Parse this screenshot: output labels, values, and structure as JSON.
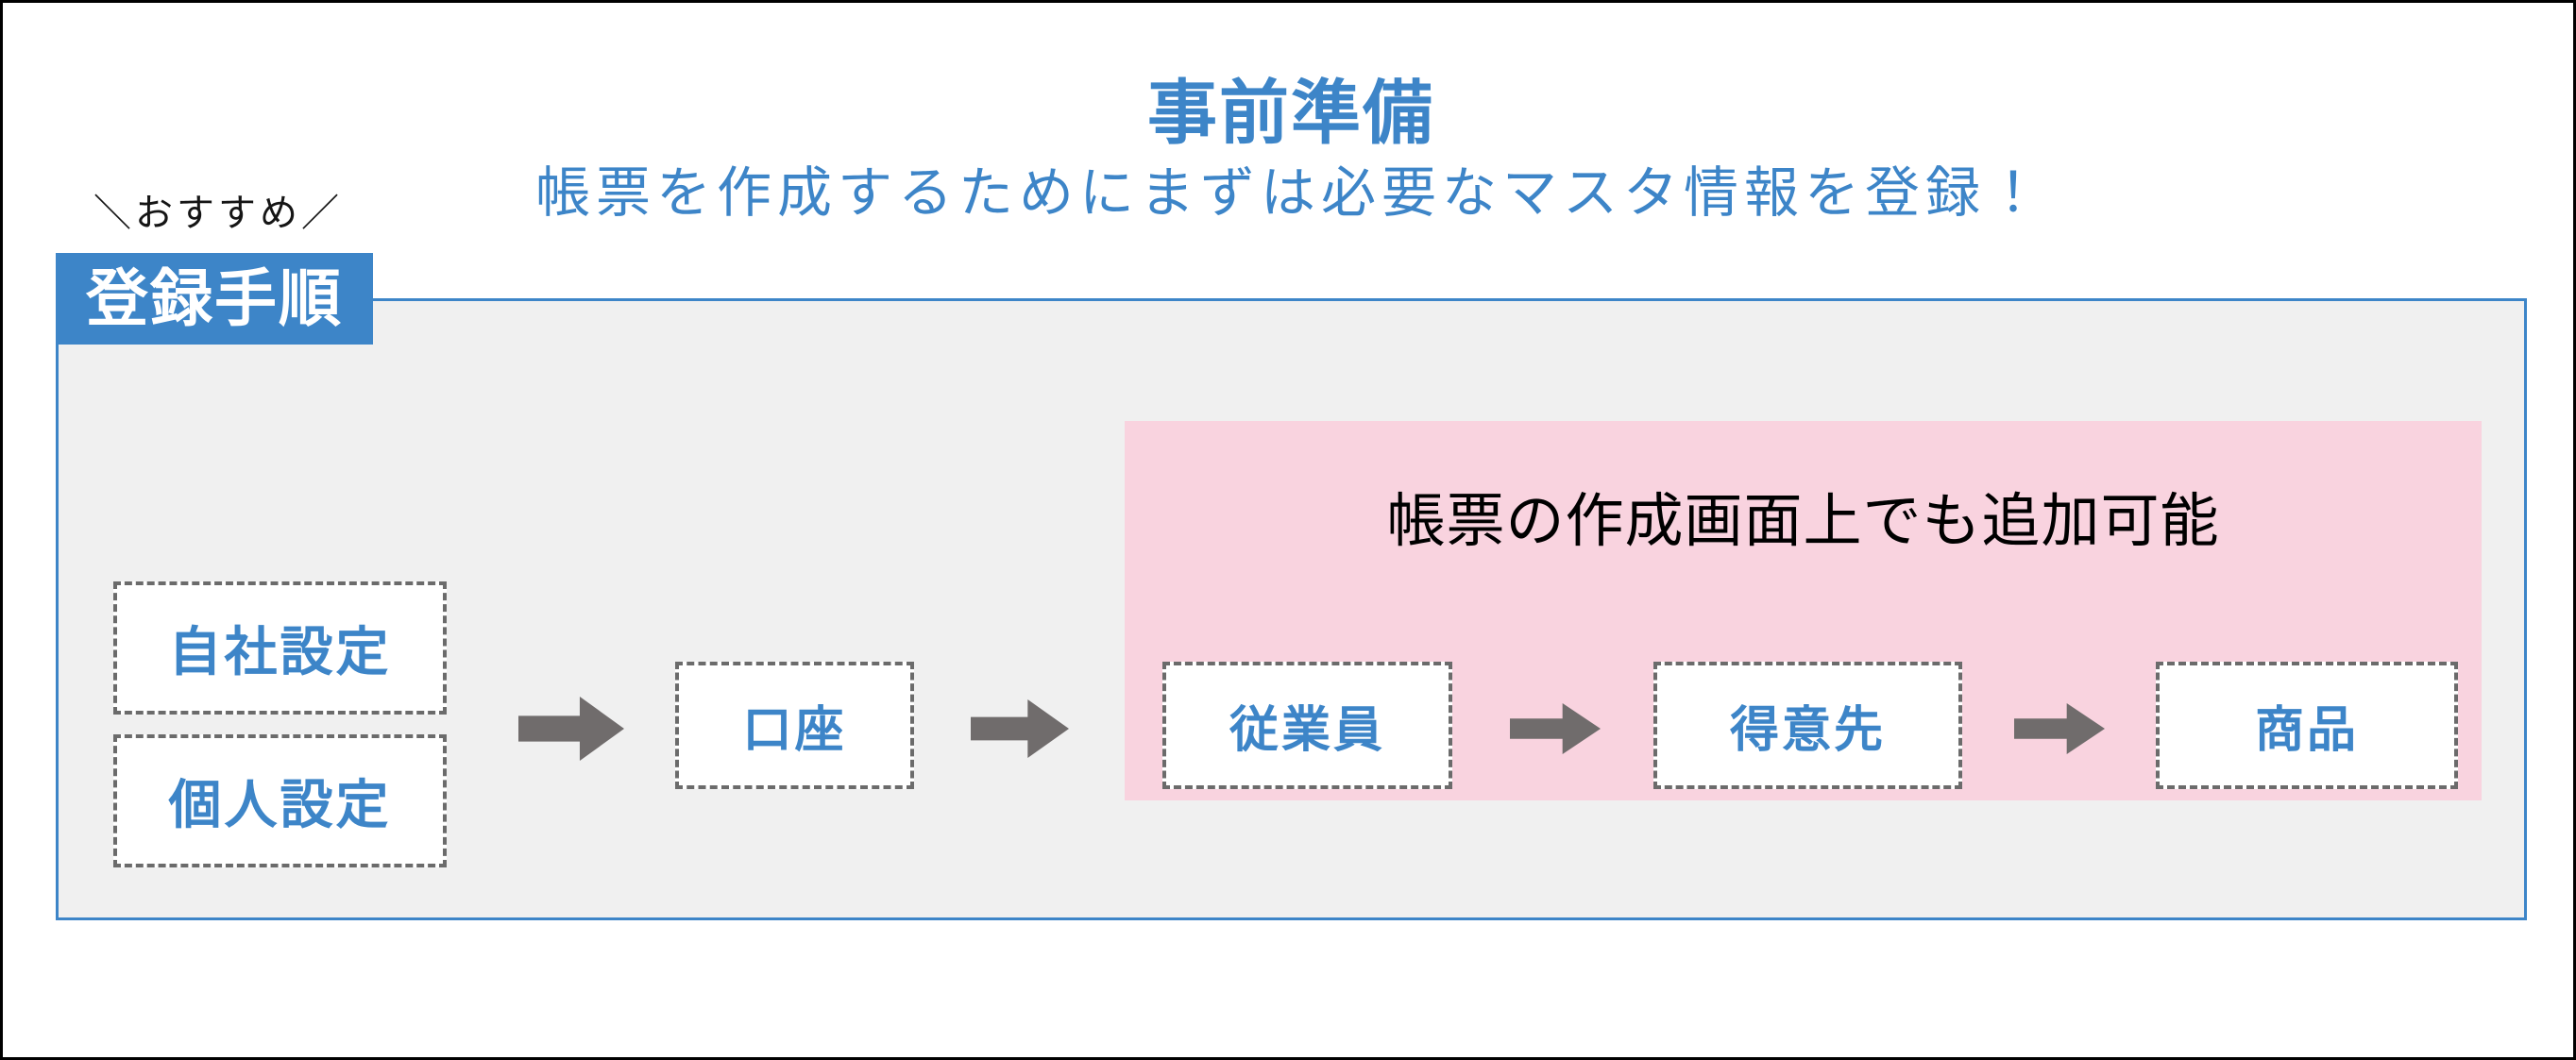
{
  "heading": {
    "title": "事前準備",
    "subtitle": "帳票を作成するためにまずは必要なマスタ情報を登録！"
  },
  "recommend_ribbon": {
    "text": "＼おすすめ／"
  },
  "step_badge": {
    "label": "登録手順"
  },
  "pink_zone": {
    "label": "帳票の作成画面上でも追加可能"
  },
  "flow": {
    "nodes": [
      {
        "id": "jisha",
        "label": "自社設定"
      },
      {
        "id": "kojin",
        "label": "個人設定"
      },
      {
        "id": "kouza",
        "label": "口座"
      },
      {
        "id": "jugyoin",
        "label": "従業員"
      },
      {
        "id": "tokui",
        "label": "得意先"
      },
      {
        "id": "shohin",
        "label": "商品"
      }
    ],
    "arrows": [
      {
        "id": "arrow-1",
        "from": "自社設定/個人設定",
        "to": "口座"
      },
      {
        "id": "arrow-2",
        "from": "口座",
        "to": "従業員"
      },
      {
        "id": "arrow-3",
        "from": "従業員",
        "to": "得意先"
      },
      {
        "id": "arrow-4",
        "from": "得意先",
        "to": "商品"
      }
    ]
  },
  "colors": {
    "accent_blue": "#3d85c8",
    "panel_gray": "#f0f0f0",
    "highlight_pink": "#f9d3df",
    "arrow_gray": "#706c6c",
    "dash_border": "#6b6b6b",
    "frame_black": "#000000",
    "node_text": "#3d85c8",
    "pink_label_text": "#000000"
  }
}
